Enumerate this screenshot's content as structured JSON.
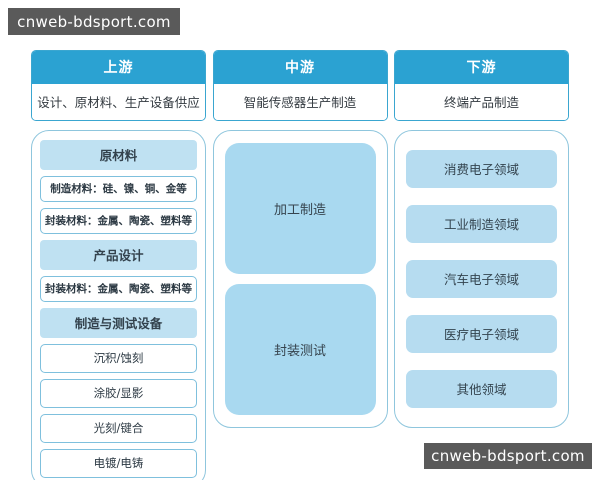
{
  "watermarks": {
    "top": "cnweb-bdsport.com",
    "bottom": "cnweb-bdsport.com"
  },
  "colors": {
    "header_blue": "#2ba2d2",
    "group_head_blue": "#bfe1f2",
    "big_box_blue": "#a9d9f0",
    "pill_blue": "#b6dcf0",
    "border_blue": "#8fc6dd",
    "text_dark": "#33424d",
    "watermark_bg": "#5a5a5a"
  },
  "columns": [
    {
      "id": "upstream",
      "title": "上游",
      "subtitle": "设计、原材料、生产设备供应",
      "groups": [
        {
          "head": "原材料",
          "items": [
            "制造材料：硅、镍、铜、金等",
            "封装材料：金属、陶瓷、塑料等"
          ]
        },
        {
          "head": "产品设计",
          "items": [
            "封装材料：金属、陶瓷、塑料等"
          ]
        },
        {
          "head": "制造与测试设备",
          "items": [
            "沉积/蚀刻",
            "涂胶/显影",
            "光刻/键合",
            "电镀/电铸"
          ]
        }
      ]
    },
    {
      "id": "midstream",
      "title": "中游",
      "subtitle": "智能传感器生产制造",
      "boxes": [
        "加工制造",
        "封装测试"
      ]
    },
    {
      "id": "downstream",
      "title": "下游",
      "subtitle": "终端产品制造",
      "pills": [
        "消费电子领域",
        "工业制造领域",
        "汽车电子领域",
        "医疗电子领域",
        "其他领域"
      ]
    }
  ]
}
